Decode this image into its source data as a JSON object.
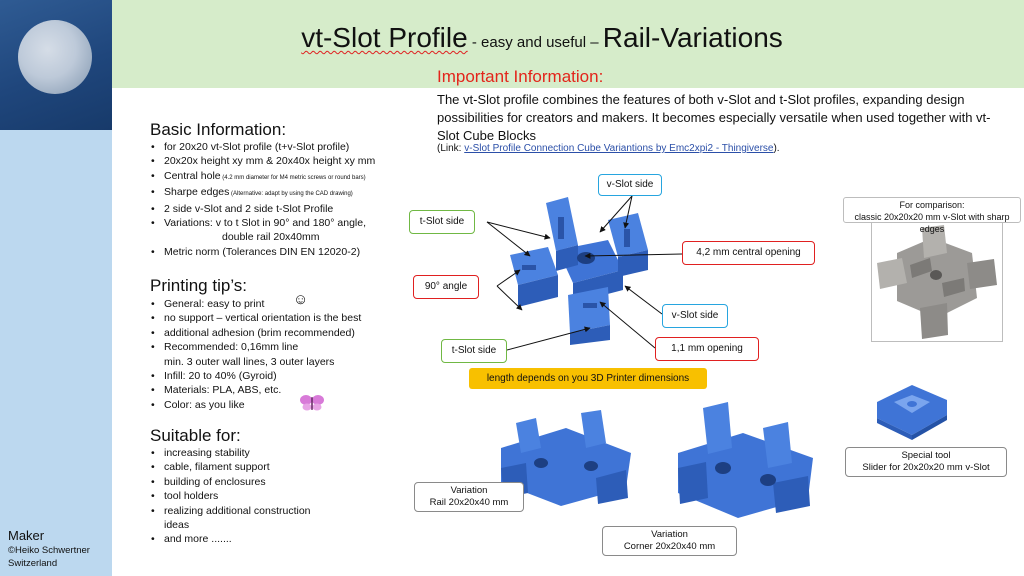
{
  "header": {
    "title_main": "vt-Slot Profile",
    "title_sub": " - easy and useful – ",
    "title_end": "Rail-Variations"
  },
  "important": {
    "title": "Important Information:",
    "text": "The vt-Slot profile combines the features of both v-Slot and t-Slot profiles, expanding design possibilities for creators and makers. It becomes especially versatile when used together with vt-Slot Cube Blocks",
    "link_prefix": "(Link: ",
    "link_text": "v-Slot Profile Connection Cube Variantions by Emc2xpi2 - Thingiverse",
    "link_suffix": ")."
  },
  "basic": {
    "title": "Basic Information:",
    "items": [
      "for  20x20 vt-Slot profile (t+v-Slot profile)",
      "20x20x height  xy mm & 20x40x height xy mm",
      "Central hole",
      "Sharpe edges",
      "2 side v-Slot and 2 side t-Slot Profile",
      "Variations: v to t Slot in 90° and 180° angle,",
      "double rail 20x40mm",
      "Metric norm (Tolerances DIN EN 12020-2)"
    ],
    "central_hole_note": " (4.2 mm diameter for M4 metric screws or round bars)",
    "sharp_note": " (Alternative: adapt by using the  CAD drawing)"
  },
  "printing": {
    "title": "Printing tip’s:",
    "items": [
      "General: easy to print",
      "no support – vertical orientation is the best",
      "additional adhesion (brim recommended)",
      "Recommended: 0,16mm line",
      "min. 3 outer wall lines, 3 outer layers",
      "Infill: 20 to 40% (Gyroid)",
      "Materials: PLA, ABS, etc.",
      "Color: as you like"
    ],
    "smiley": "☺"
  },
  "suitable": {
    "title": "Suitable for:",
    "items": [
      "increasing stability",
      "cable, filament support",
      "building of enclosures",
      "tool holders",
      "realizing additional  construction",
      "ideas",
      "and more ......."
    ]
  },
  "callouts": {
    "v_slot_top": "v-Slot side",
    "t_slot_left": "t-Slot side",
    "central_opening": "4,2 mm central opening",
    "angle": "90° angle",
    "v_slot_right": "v-Slot side",
    "t_slot_bottom": "t-Slot side",
    "opening": "1,1 mm opening",
    "banner": "length depends on you 3D Printer dimensions"
  },
  "comparison": {
    "line1": "For comparison:",
    "line2": "classic 20x20x20 mm v-Slot with sharp edges"
  },
  "variations": {
    "rail_line1": "Variation",
    "rail_line2": "Rail 20x20x40 mm",
    "corner_line1": "Variation",
    "corner_line2": "Corner 20x20x40 mm",
    "tool_line1": "Special tool",
    "tool_line2": "Slider for 20x20x20 mm v-Slot"
  },
  "maker": {
    "line1": "Maker",
    "line2": "©Heiko Schwertner",
    "line3": "Switzerland"
  },
  "colors": {
    "header_bg": "#d6ecca",
    "sidebar_bg": "#bcd8ef",
    "important_red": "#e3251b",
    "profile_blue": "#3f74d6",
    "banner_yellow": "#f8c000"
  }
}
